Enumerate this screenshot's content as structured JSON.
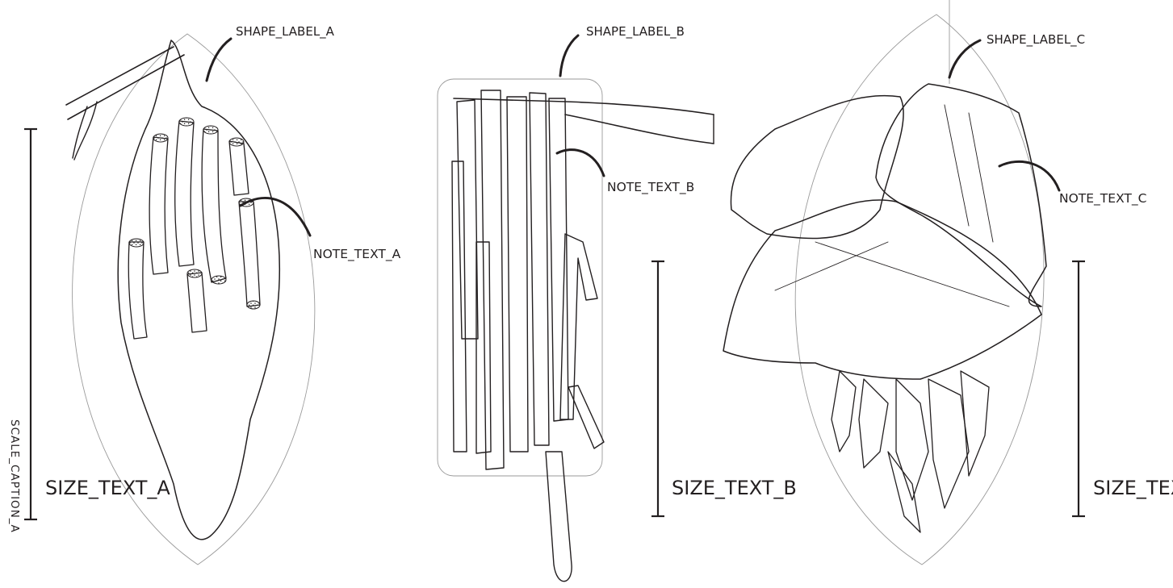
{
  "panels": [
    {
      "shape_label": "SHAPE_LABEL_A",
      "note_text": "NOTE_TEXT_A",
      "size_text": "SIZE_TEXT_A",
      "scale_caption": "SCALE_CAPTION_A",
      "outline": "spindle"
    },
    {
      "shape_label": "SHAPE_LABEL_B",
      "note_text": "NOTE_TEXT_B",
      "size_text": "SIZE_TEXT_B",
      "outline": "rounded-rectangle"
    },
    {
      "shape_label": "SHAPE_LABEL_C",
      "note_text": "NOTE_TEXT_C",
      "size_text": "SIZE_TEXT_C",
      "outline": "spindle"
    }
  ],
  "colors": {
    "ink": "#231f20",
    "guide": "#9a9a9a",
    "stipple": "#2b2b2b"
  }
}
